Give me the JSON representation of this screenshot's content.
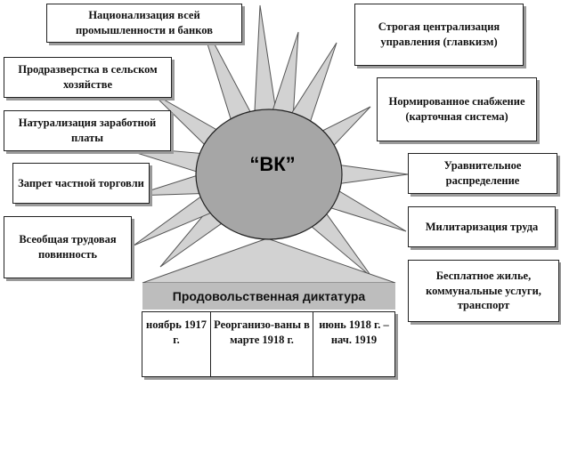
{
  "center": {
    "label": "“ВК”"
  },
  "left_boxes": [
    "Национализация всей промышленности и банков",
    "Продразверстка в сельском хозяйстве",
    "Натурализация заработной платы",
    "Запрет частной торговли",
    "Всеобщая трудовая повинность"
  ],
  "right_boxes": [
    "Строгая централизация управления (главкизм)",
    "Нормированное снабжение (карточная система)",
    "Уравнительное распределение",
    "Милитаризация труда",
    "Бесплатное жилье, коммунальные услуги, транспорт"
  ],
  "food": {
    "title": "Продовольственная диктатура",
    "cells": [
      "ноябрь 1917 г.",
      "Реорганизо-ваны в марте 1918 г.",
      "июнь 1918 г. – нач. 1919"
    ]
  },
  "colors": {
    "sun_fill": "#a6a6a6",
    "ray_fill": "#d2d2d2",
    "outline": "#222222"
  }
}
